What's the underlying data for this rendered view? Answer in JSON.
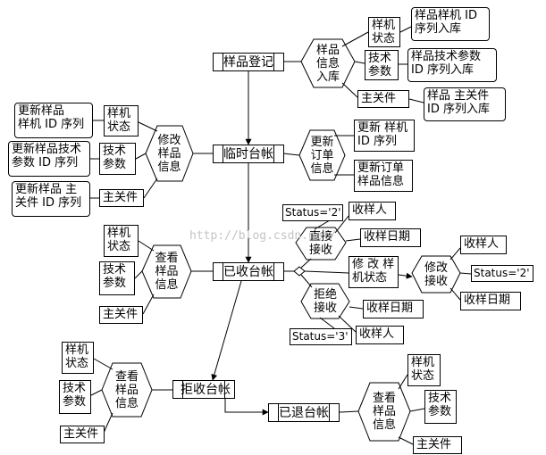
{
  "watermark": "http://blog.csdn.net/",
  "tables": {
    "register": "样品登记",
    "temp": "临时台帐",
    "received": "已收台帐",
    "rejected": "拒收台帐",
    "returned": "已退台帐"
  },
  "hexagons": {
    "sample_info_storage": "样品\n信息\n入库",
    "modify_sample_info": "修改\n样品\n信息",
    "update_order_info": "更新\n订单\n信息",
    "view_sample_info_left": "查看\n样品\n信息",
    "direct_receive": "直接\n接收",
    "modify_receive": "修改\n接收",
    "reject_receive": "拒绝\n接收",
    "view_sample_info_rejected": "查看\n样品\n信息",
    "view_sample_info_returned": "查看\n样品\n信息"
  },
  "fields": {
    "sample_status": "样机\n状态",
    "tech_params": "技术\n参数",
    "related_parts": "主关件",
    "receiver": "收样人",
    "receive_date": "收样日期",
    "modify_status": "修 改 样\n机状态"
  },
  "notes": {
    "sample_machine_id": "样品样机 ID\n序列入库",
    "tech_param_id": "样品技术参数\nID 序列入库",
    "related_part_id": "样品 主关件\nID 序列入库",
    "update_machine_id": "更新样品\n样机 ID 序列",
    "update_tech_id": "更新样品技术\n参数 ID 序列",
    "update_part_id": "更新样品 主\n关件 ID 序列",
    "update_order_id": "更新 样机\nID 序列",
    "update_order_info": "更新订单\n样品信息"
  },
  "status": {
    "received_direct": "Status='2'",
    "received_modify": "Status='2'",
    "rejected": "Status='3'"
  }
}
